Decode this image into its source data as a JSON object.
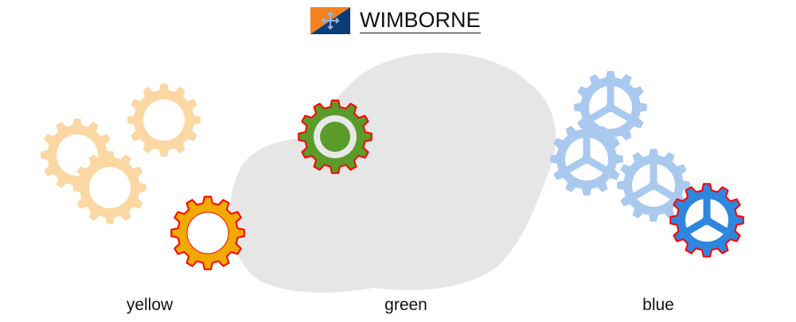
{
  "header": {
    "title": "WIMBORNE",
    "emblem_icon": "compass-arrows-flag-icon",
    "emblem_colors": {
      "left": "#f58220",
      "right": "#0a3d78",
      "arrows": "#8fb7e0"
    }
  },
  "groups": [
    {
      "label": "yellow",
      "gear_count": 4,
      "gear_color": "#f2a900",
      "faded_color": "#fbd7a3",
      "selected_index": 3,
      "hub_style": "ring"
    },
    {
      "label": "green",
      "gear_count": 1,
      "gear_color": "#5a9b2a",
      "selected_index": 0,
      "hub_style": "ring-dot"
    },
    {
      "label": "blue",
      "gear_count": 4,
      "gear_color": "#2e86de",
      "faded_color": "#a9c9ef",
      "selected_index": 3,
      "hub_style": "three-spoke"
    }
  ],
  "colors": {
    "highlight_outline": "#ff0000",
    "cloud": "#e6e6e6",
    "background": "#ffffff"
  }
}
